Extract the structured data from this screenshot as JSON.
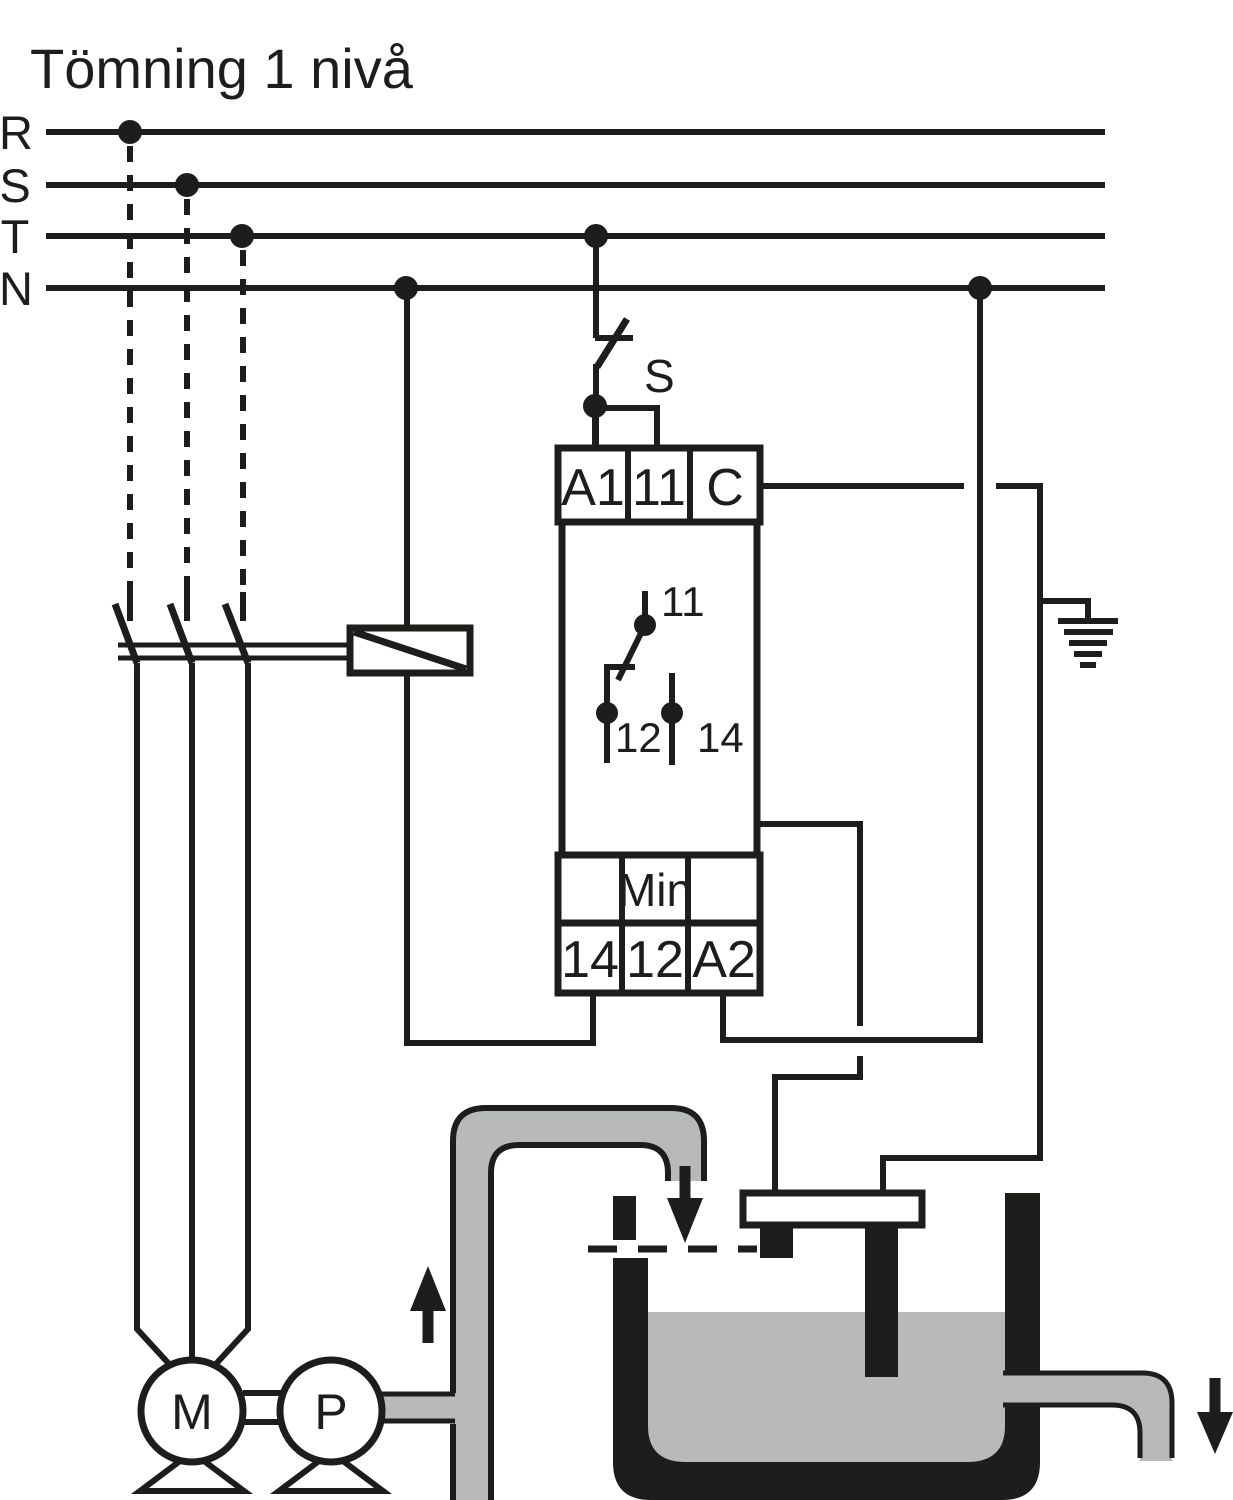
{
  "title": "Tömning 1 nivå",
  "colors": {
    "ink": "#1d1d1b",
    "gray": "#b8bab9",
    "background": "#ffffff"
  },
  "power_bus": {
    "labels": [
      "R",
      "S",
      "T",
      "N"
    ]
  },
  "switch_s": {
    "label": "S"
  },
  "level_relay": {
    "top_terminals": [
      "A1",
      "11",
      "C"
    ],
    "internal_contact": {
      "common": "11",
      "nc": "12",
      "no": "14"
    },
    "min_label": "Min",
    "bottom_terminals": [
      "14",
      "12",
      "A2"
    ]
  },
  "motor": {
    "label": "M"
  },
  "pump": {
    "label": "P"
  }
}
